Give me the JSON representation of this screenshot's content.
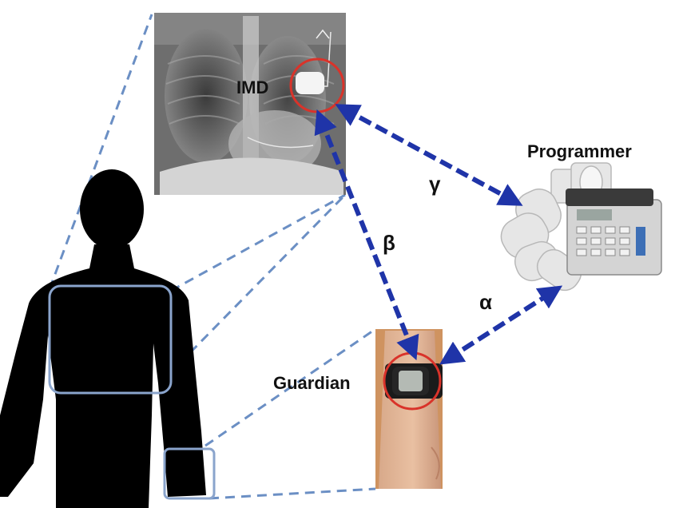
{
  "labels": {
    "imd": "IMD",
    "programmer": "Programmer",
    "guardian": "Guardian",
    "gamma": "γ",
    "beta": "β",
    "alpha": "α"
  },
  "colors": {
    "arrow": "#1f34a8",
    "zoom_line": "#6b8fc4",
    "highlight_circle": "#d9332a",
    "silhouette": "#000000",
    "region_box": "#8aa4cc"
  },
  "icons": {
    "xray": "chest-xray-image",
    "programmer": "programmer-device-image",
    "guardian": "wrist-watch-image",
    "person": "human-silhouette"
  }
}
